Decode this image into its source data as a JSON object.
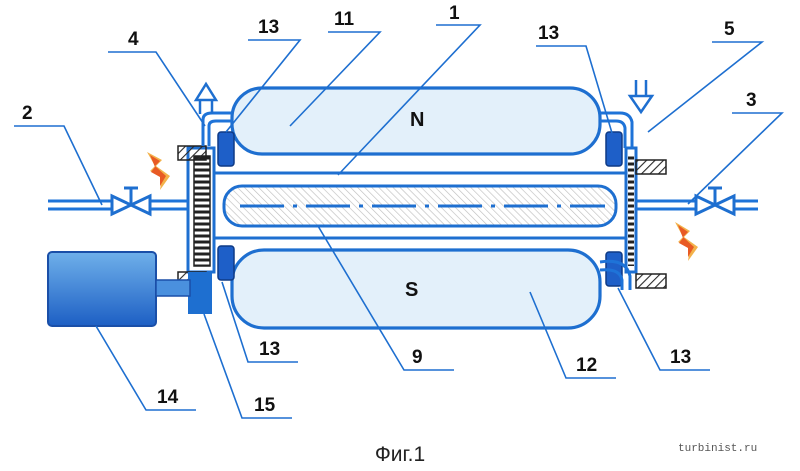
{
  "figure": {
    "caption": "Фиг.1",
    "watermark": "turbinist.ru",
    "poles": {
      "north": "N",
      "south": "S"
    },
    "labels": {
      "l1": "1",
      "l2": "2",
      "l3": "3",
      "l4": "4",
      "l5": "5",
      "l9": "9",
      "l11": "11",
      "l12": "12",
      "l13a": "13",
      "l13b": "13",
      "l13c": "13",
      "l13d": "13",
      "l14": "14",
      "l15": "15"
    },
    "colors": {
      "line": "#1e6fd0",
      "magnet_fill": "#e3f0fa",
      "tank_top": "#6fb0ea",
      "tank_bottom": "#1d5fc4",
      "spark": "#e85a24",
      "spark_glow": "#f3b24a"
    }
  }
}
